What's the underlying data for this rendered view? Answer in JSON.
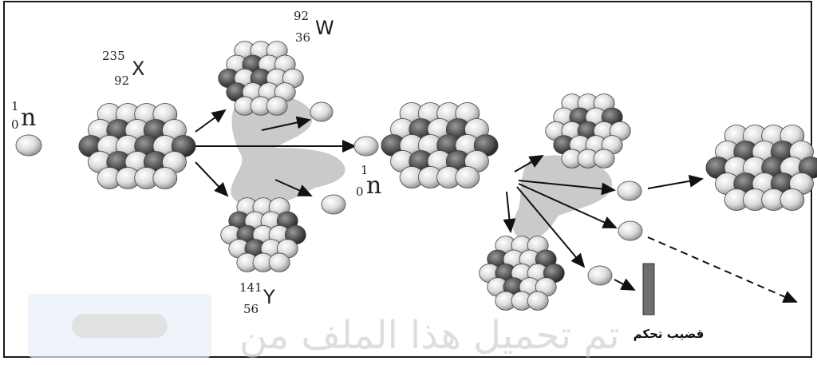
{
  "fuel_nucleus": {
    "mass": "235",
    "atomic": "92",
    "symbol": "X"
  },
  "fragment_top": {
    "mass": "92",
    "atomic": "36",
    "symbol": "W"
  },
  "fragment_bottom": {
    "mass": "141",
    "atomic": "56",
    "symbol": "Y"
  },
  "incoming_neutron": {
    "mass": "1",
    "atomic": "0",
    "symbol": "n"
  },
  "released_neutron": {
    "mass": "1",
    "atomic": "0",
    "symbol": "n"
  },
  "control_rod_label": "قضيب تحكم",
  "watermark_text": "تم تحميل هذا الملف من",
  "colors": {
    "proton": "#555555",
    "neutron": "#dcdcdc",
    "cloud": "#b8b8b8",
    "rod": "#6e6e6e",
    "frame": "#1a1a1a"
  }
}
